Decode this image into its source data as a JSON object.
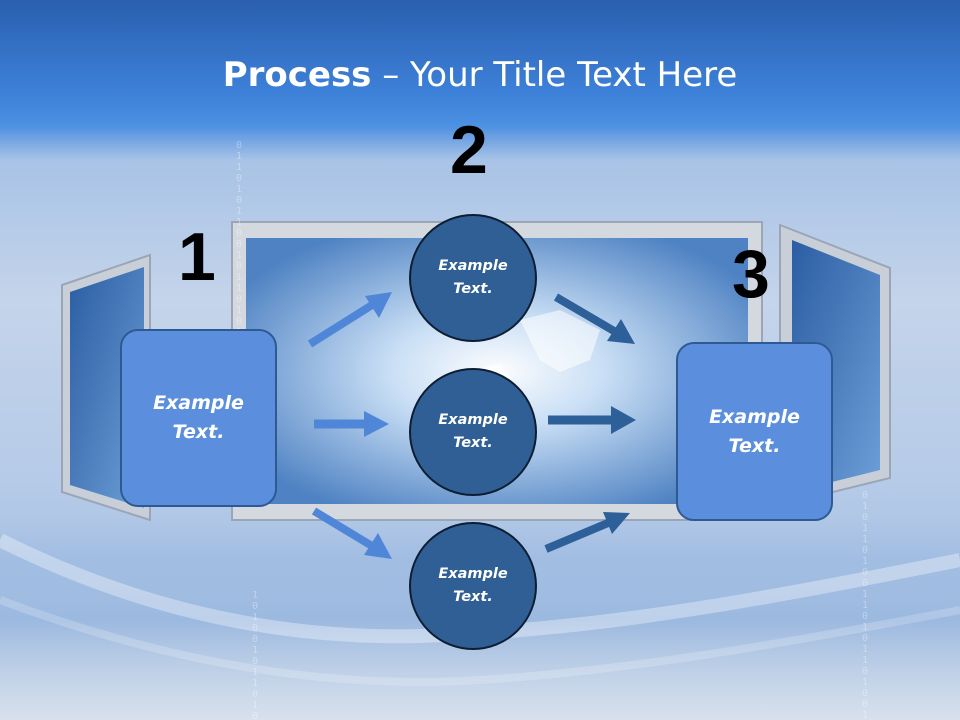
{
  "slide": {
    "title_bold": "Process",
    "title_rest": " – Your Title Text Here"
  },
  "steps": [
    {
      "number": "1",
      "text_line1": "Example",
      "text_line2": "Text."
    },
    {
      "number": "2",
      "text_line1": "Example",
      "text_line2": "Text."
    },
    {
      "number": "3",
      "text_line1": "Example",
      "text_line2": "Text."
    }
  ],
  "circles": [
    {
      "text_line1": "Example",
      "text_line2": "Text."
    },
    {
      "text_line1": "Example",
      "text_line2": "Text."
    },
    {
      "text_line1": "Example",
      "text_line2": "Text."
    }
  ],
  "colors": {
    "box_fill": "#5b8fde",
    "circle_fill": "#2f5f95",
    "arrow_light": "#4f86d8",
    "arrow_dark": "#2d5f98"
  },
  "icons": [
    "arrow-right-icon"
  ]
}
